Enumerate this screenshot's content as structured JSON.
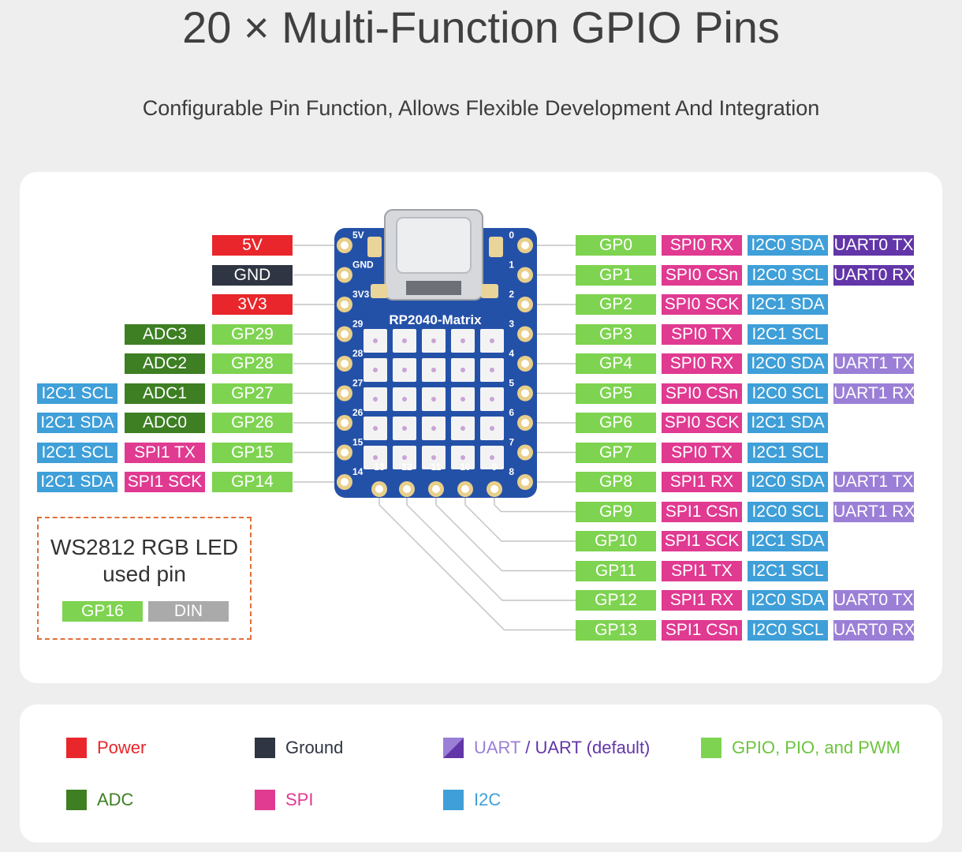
{
  "header": {
    "title": "20 × Multi-Function GPIO Pins",
    "subtitle": "Configurable Pin Function, Allows Flexible Development And Integration"
  },
  "colors": {
    "power": "#e8262b",
    "ground": "#2f3542",
    "adc": "#3d7f22",
    "gpio": "#7ed350",
    "spi": "#e03a91",
    "i2c": "#3f9fd8",
    "uart_default": "#6236a8",
    "uart": "#9b7fd6",
    "din": "#aaaaaa",
    "board": "#2451a8"
  },
  "board": {
    "name": "RP2040-Matrix",
    "left_pins": [
      "5V",
      "GND",
      "3V3",
      "29",
      "28",
      "27",
      "26",
      "15",
      "14"
    ],
    "right_pins": [
      "0",
      "1",
      "2",
      "3",
      "4",
      "5",
      "6",
      "7",
      "8"
    ],
    "bottom_pins": [
      "13",
      "12",
      "11",
      "10",
      "9"
    ]
  },
  "left_rows": [
    {
      "labels": [
        {
          "text": "5V",
          "type": "power"
        }
      ]
    },
    {
      "labels": [
        {
          "text": "GND",
          "type": "ground"
        }
      ]
    },
    {
      "labels": [
        {
          "text": "3V3",
          "type": "power"
        }
      ]
    },
    {
      "labels": [
        {
          "text": "ADC3",
          "type": "adc"
        },
        {
          "text": "GP29",
          "type": "gpio"
        }
      ]
    },
    {
      "labels": [
        {
          "text": "ADC2",
          "type": "adc"
        },
        {
          "text": "GP28",
          "type": "gpio"
        }
      ]
    },
    {
      "labels": [
        {
          "text": "I2C1 SCL",
          "type": "i2c"
        },
        {
          "text": "ADC1",
          "type": "adc"
        },
        {
          "text": "GP27",
          "type": "gpio"
        }
      ]
    },
    {
      "labels": [
        {
          "text": "I2C1 SDA",
          "type": "i2c"
        },
        {
          "text": "ADC0",
          "type": "adc"
        },
        {
          "text": "GP26",
          "type": "gpio"
        }
      ]
    },
    {
      "labels": [
        {
          "text": "I2C1 SCL",
          "type": "i2c"
        },
        {
          "text": "SPI1 TX",
          "type": "spi"
        },
        {
          "text": "GP15",
          "type": "gpio"
        }
      ]
    },
    {
      "labels": [
        {
          "text": "I2C1 SDA",
          "type": "i2c"
        },
        {
          "text": "SPI1 SCK",
          "type": "spi"
        },
        {
          "text": "GP14",
          "type": "gpio"
        }
      ]
    }
  ],
  "right_rows": [
    {
      "labels": [
        {
          "text": "GP0",
          "type": "gpio"
        },
        {
          "text": "SPI0 RX",
          "type": "spi"
        },
        {
          "text": "I2C0 SDA",
          "type": "i2c"
        },
        {
          "text": "UART0 TX",
          "type": "uart_default"
        }
      ]
    },
    {
      "labels": [
        {
          "text": "GP1",
          "type": "gpio"
        },
        {
          "text": "SPI0 CSn",
          "type": "spi"
        },
        {
          "text": "I2C0 SCL",
          "type": "i2c"
        },
        {
          "text": "UART0 RX",
          "type": "uart_default"
        }
      ]
    },
    {
      "labels": [
        {
          "text": "GP2",
          "type": "gpio"
        },
        {
          "text": "SPI0 SCK",
          "type": "spi"
        },
        {
          "text": "I2C1 SDA",
          "type": "i2c"
        }
      ]
    },
    {
      "labels": [
        {
          "text": "GP3",
          "type": "gpio"
        },
        {
          "text": "SPI0 TX",
          "type": "spi"
        },
        {
          "text": "I2C1 SCL",
          "type": "i2c"
        }
      ]
    },
    {
      "labels": [
        {
          "text": "GP4",
          "type": "gpio"
        },
        {
          "text": "SPI0 RX",
          "type": "spi"
        },
        {
          "text": "I2C0 SDA",
          "type": "i2c"
        },
        {
          "text": "UART1 TX",
          "type": "uart"
        }
      ]
    },
    {
      "labels": [
        {
          "text": "GP5",
          "type": "gpio"
        },
        {
          "text": "SPI0 CSn",
          "type": "spi"
        },
        {
          "text": "I2C0 SCL",
          "type": "i2c"
        },
        {
          "text": "UART1 RX",
          "type": "uart"
        }
      ]
    },
    {
      "labels": [
        {
          "text": "GP6",
          "type": "gpio"
        },
        {
          "text": "SPI0 SCK",
          "type": "spi"
        },
        {
          "text": "I2C1 SDA",
          "type": "i2c"
        }
      ]
    },
    {
      "labels": [
        {
          "text": "GP7",
          "type": "gpio"
        },
        {
          "text": "SPI0 TX",
          "type": "spi"
        },
        {
          "text": "I2C1 SCL",
          "type": "i2c"
        }
      ]
    },
    {
      "labels": [
        {
          "text": "GP8",
          "type": "gpio"
        },
        {
          "text": "SPI1 RX",
          "type": "spi"
        },
        {
          "text": "I2C0 SDA",
          "type": "i2c"
        },
        {
          "text": "UART1 TX",
          "type": "uart"
        }
      ]
    },
    {
      "labels": [
        {
          "text": "GP9",
          "type": "gpio"
        },
        {
          "text": "SPI1 CSn",
          "type": "spi"
        },
        {
          "text": "I2C0 SCL",
          "type": "i2c"
        },
        {
          "text": "UART1 RX",
          "type": "uart"
        }
      ]
    },
    {
      "labels": [
        {
          "text": "GP10",
          "type": "gpio"
        },
        {
          "text": "SPI1 SCK",
          "type": "spi"
        },
        {
          "text": "I2C1 SDA",
          "type": "i2c"
        }
      ]
    },
    {
      "labels": [
        {
          "text": "GP11",
          "type": "gpio"
        },
        {
          "text": "SPI1 TX",
          "type": "spi"
        },
        {
          "text": "I2C1 SCL",
          "type": "i2c"
        }
      ]
    },
    {
      "labels": [
        {
          "text": "GP12",
          "type": "gpio"
        },
        {
          "text": "SPI1 RX",
          "type": "spi"
        },
        {
          "text": "I2C0 SDA",
          "type": "i2c"
        },
        {
          "text": "UART0 TX",
          "type": "uart"
        }
      ]
    },
    {
      "labels": [
        {
          "text": "GP13",
          "type": "gpio"
        },
        {
          "text": "SPI1 CSn",
          "type": "spi"
        },
        {
          "text": "I2C0 SCL",
          "type": "i2c"
        },
        {
          "text": "UART0 RX",
          "type": "uart"
        }
      ]
    }
  ],
  "led_box": {
    "title_line1": "WS2812 RGB LED",
    "title_line2": "used pin",
    "labels": [
      {
        "text": "GP16",
        "type": "gpio"
      },
      {
        "text": "DIN",
        "type": "din"
      }
    ]
  },
  "legend": {
    "power": "Power",
    "ground": "Ground",
    "uart_a": "UART",
    "uart_sep": "/",
    "uart_b": "UART (default)",
    "gpio": "GPIO, PIO, and PWM",
    "adc": "ADC",
    "spi": "SPI",
    "i2c": "I2C"
  }
}
